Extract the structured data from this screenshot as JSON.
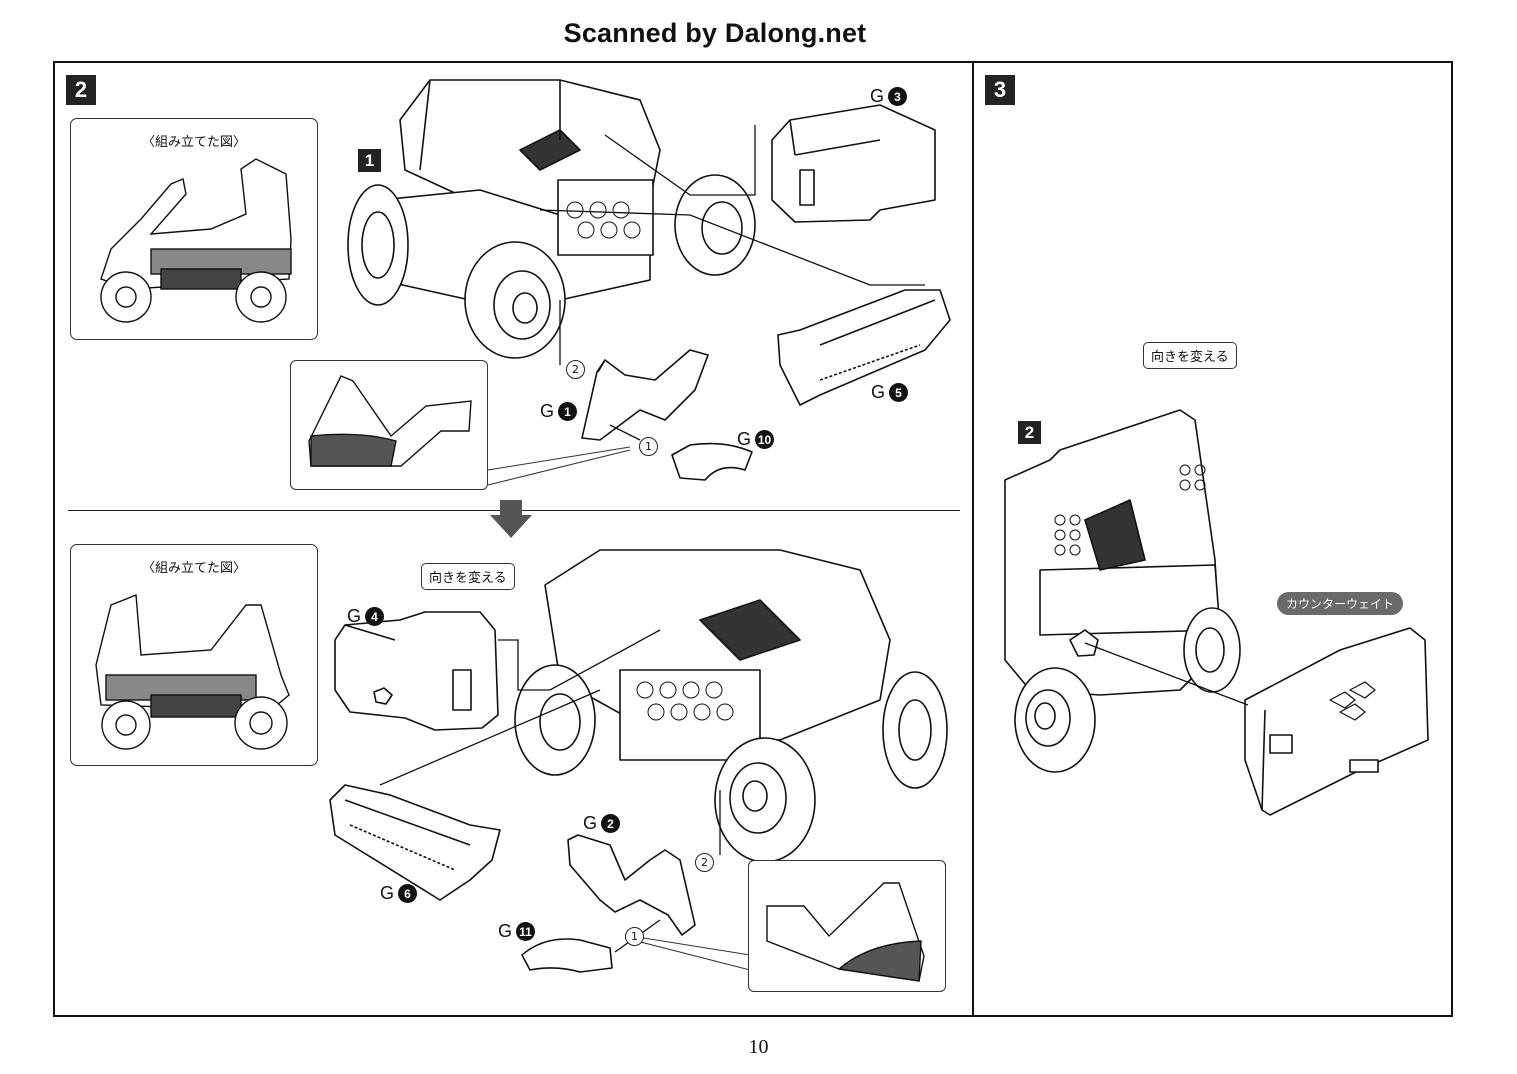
{
  "header": {
    "scan_credit": "Scanned by Dalong.net"
  },
  "page_number": "10",
  "steps": {
    "step2": {
      "number": "2",
      "subassembly": "1",
      "inset_top_title": "〈組み立てた図〉",
      "inset_bottom_title": "〈組み立てた図〉",
      "turn_label": "向きを変える",
      "parts": [
        {
          "letter": "G",
          "num": "3"
        },
        {
          "letter": "G",
          "num": "5"
        },
        {
          "letter": "G",
          "num": "1"
        },
        {
          "letter": "G",
          "num": "10"
        },
        {
          "letter": "G",
          "num": "4"
        },
        {
          "letter": "G",
          "num": "6"
        },
        {
          "letter": "G",
          "num": "2"
        },
        {
          "letter": "G",
          "num": "11"
        }
      ],
      "order_marks": [
        "2",
        "1",
        "2",
        "1"
      ]
    },
    "step3": {
      "number": "3",
      "subassembly": "2",
      "turn_label": "向きを変える",
      "counterweight_label": "カウンターウェイト"
    }
  },
  "colors": {
    "ink": "#111111",
    "shade": "#6a6a6a",
    "paper": "#ffffff"
  }
}
